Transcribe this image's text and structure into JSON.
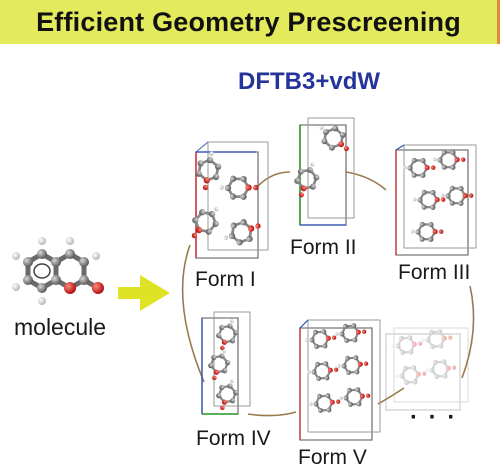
{
  "banner": {
    "title": "Efficient Geometry Prescreening",
    "color": "#e3ea5c",
    "accent": "#e08a3c"
  },
  "method": {
    "label": "DFTB3+vdW",
    "color": "#24349a"
  },
  "molecule": {
    "label": "molecule"
  },
  "arrow": {
    "color": "#dfe326"
  },
  "cycle": {
    "color": "#9b7a4e"
  },
  "forms": [
    {
      "label": "Form I"
    },
    {
      "label": "Form II"
    },
    {
      "label": "Form III"
    },
    {
      "label": "Form IV"
    },
    {
      "label": "Form V"
    }
  ],
  "more": {
    "label": "· · ·"
  }
}
